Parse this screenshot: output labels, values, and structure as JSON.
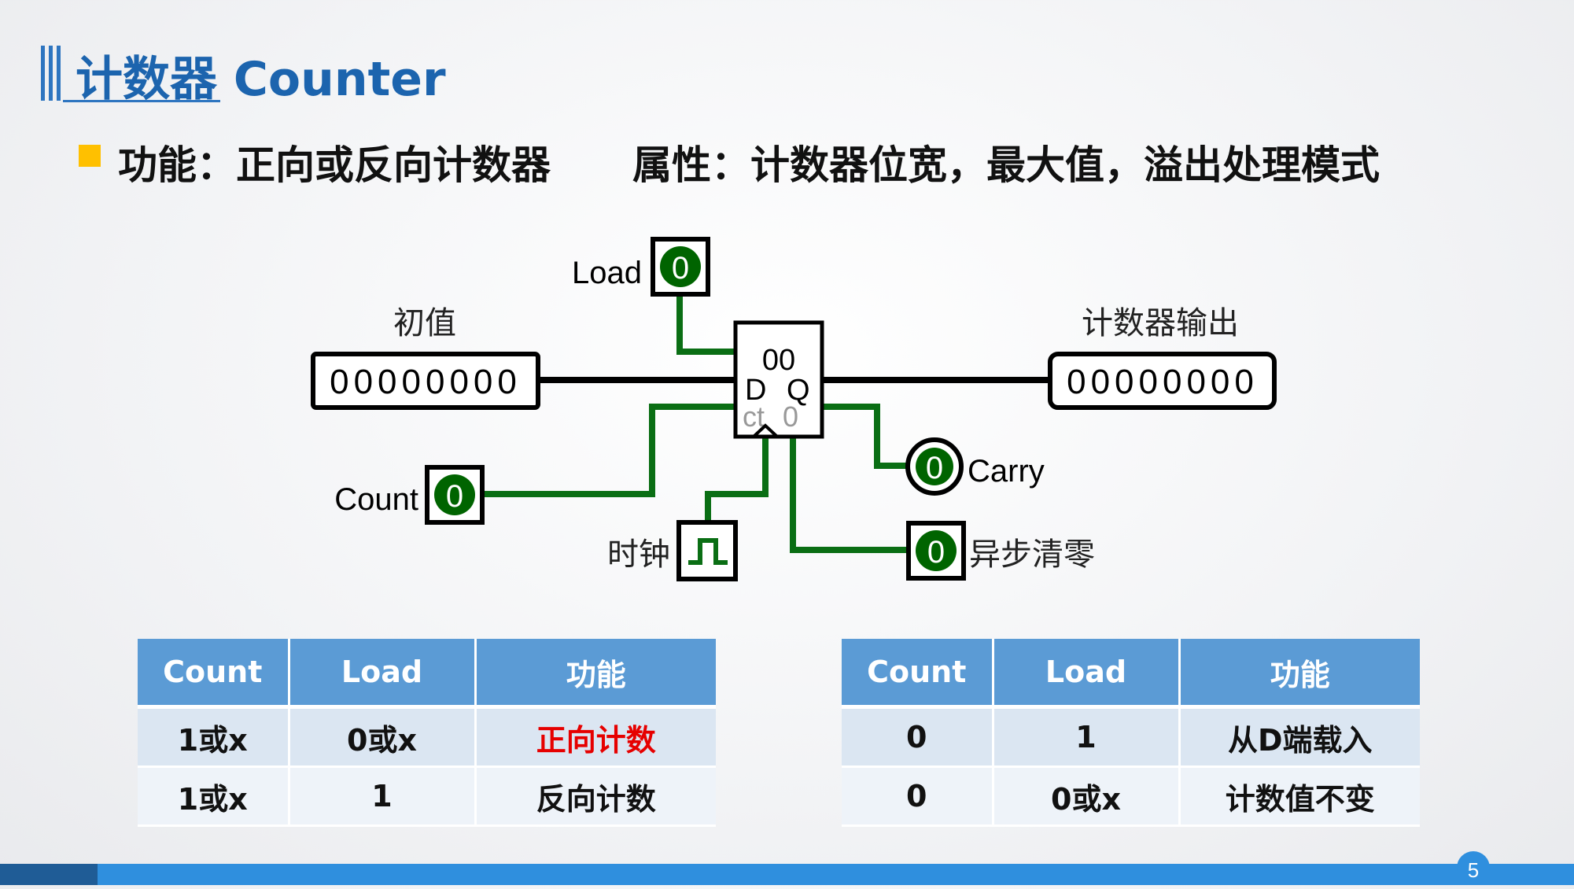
{
  "title": "计数器 Counter",
  "bullets": {
    "function": "功能：正向或反向计数器",
    "attributes": "属性：计数器位宽，最大值，溢出处理模式"
  },
  "diagram": {
    "load_label": "Load",
    "load_value": "0",
    "initial_label": "初值",
    "initial_value": "00000000",
    "output_label": "计数器输出",
    "output_value": "00000000",
    "counter_top": "00",
    "pin_d": "D",
    "pin_q": "Q",
    "pin_ct": "ct",
    "pin_zero": "0",
    "count_label": "Count",
    "count_value": "0",
    "carry_label": "Carry",
    "carry_value": "0",
    "clock_label": "时钟",
    "clear_label": "异步清零",
    "clear_value": "0",
    "colors": {
      "wire_green": "#0a6e14",
      "wire_black": "#000000",
      "led_green": "#006400"
    }
  },
  "table_left": {
    "headers": [
      "Count",
      "Load",
      "功能"
    ],
    "rows": [
      [
        "1或x",
        "0或x",
        "正向计数"
      ],
      [
        "1或x",
        "1",
        "反向计数"
      ]
    ],
    "highlight_color": "#e60000"
  },
  "table_right": {
    "headers": [
      "Count",
      "Load",
      "功能"
    ],
    "rows": [
      [
        "0",
        "1",
        "从D端载入"
      ],
      [
        "0",
        "0或x",
        "计数值不变"
      ]
    ]
  },
  "page_number": "5"
}
